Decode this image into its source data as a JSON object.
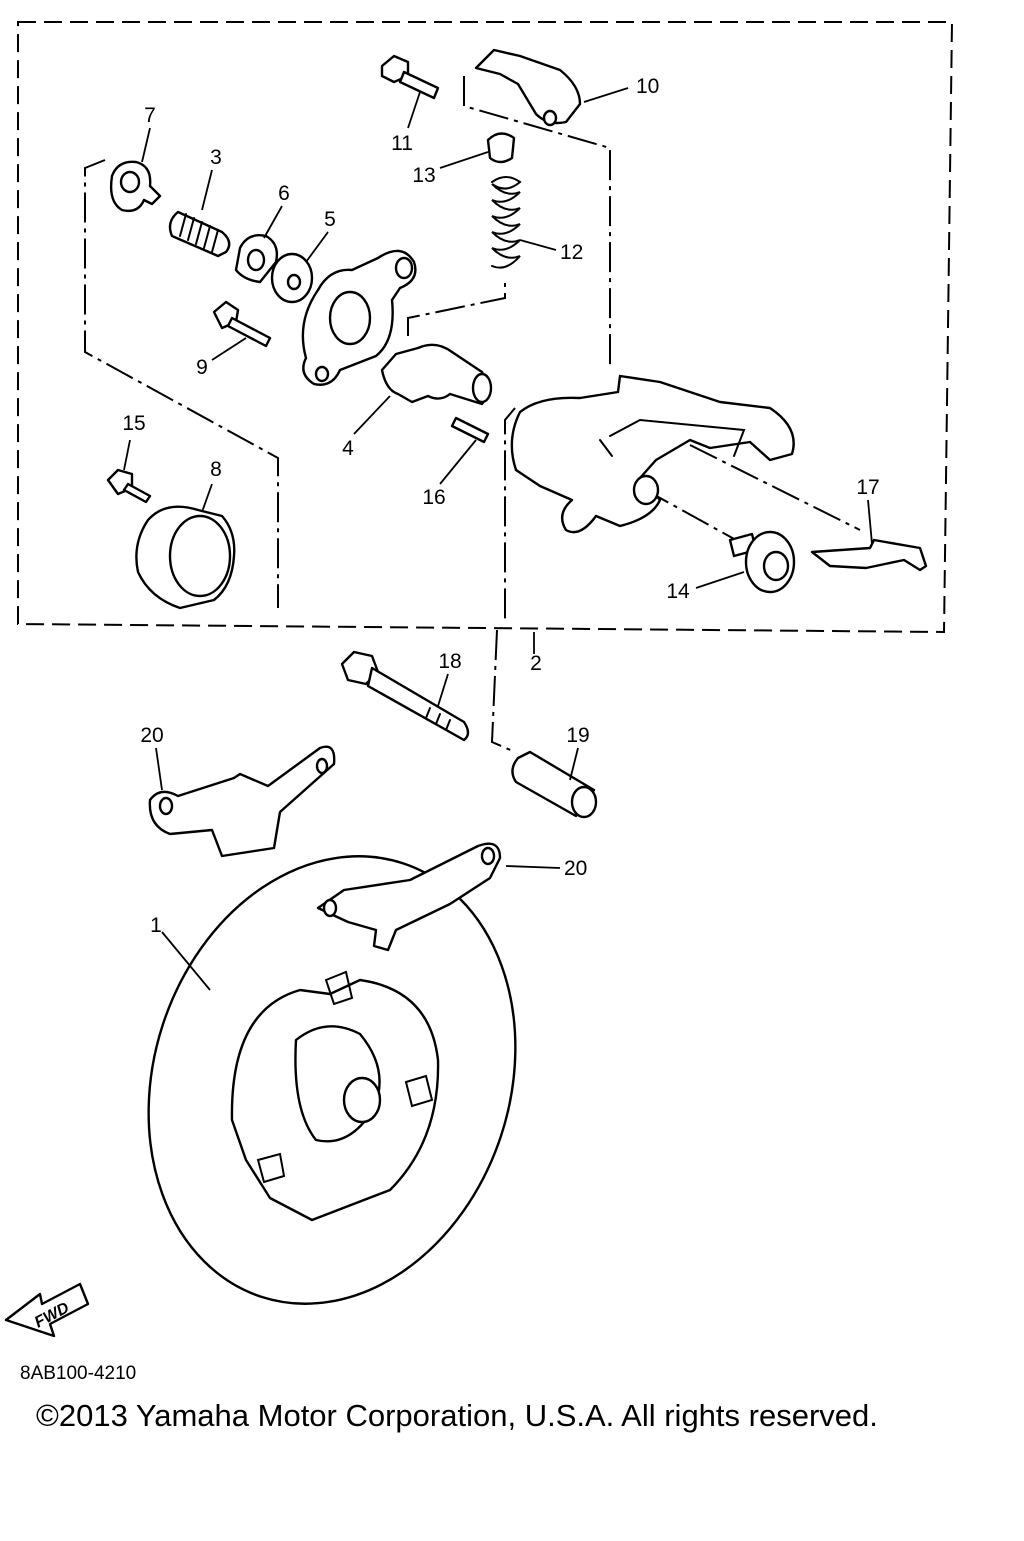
{
  "diagram": {
    "code": "8AB100-4210",
    "copyright": "©2013 Yamaha Motor Corporation, U.S.A. All rights reserved.",
    "fwd_label": "FWD",
    "callouts": {
      "c1": "1",
      "c2": "2",
      "c3": "3",
      "c4": "4",
      "c5": "5",
      "c6": "6",
      "c7": "7",
      "c8": "8",
      "c9": "9",
      "c10": "10",
      "c11": "11",
      "c12": "12",
      "c13": "13",
      "c14": "14",
      "c15": "15",
      "c16": "16",
      "c17": "17",
      "c18": "18",
      "c19": "19",
      "c20a": "20",
      "c20b": "20"
    }
  }
}
